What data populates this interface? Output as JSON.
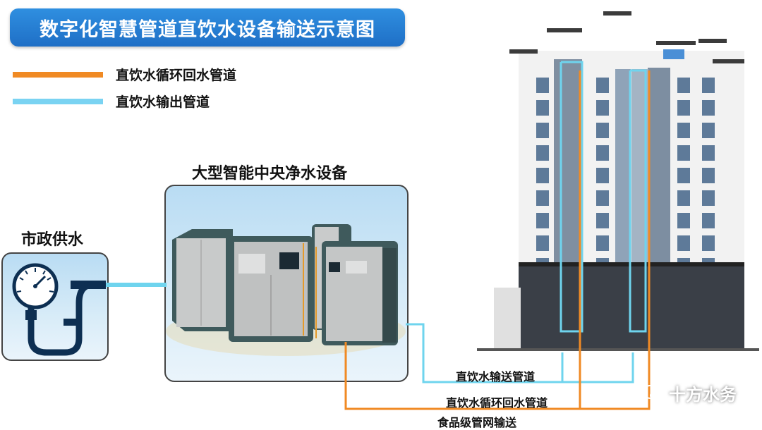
{
  "title": "数字化智慧管道直饮水设备输送示意图",
  "legend": [
    {
      "label": "直饮水循环回水管道",
      "color": "#f08a24"
    },
    {
      "label": "直饮水输出管道",
      "color": "#7ad3f2"
    }
  ],
  "labels": {
    "municipal": "市政供水",
    "equipment": "大型智能中央净水设备",
    "pipe_supply": "直饮水输送管道",
    "pipe_return": "直饮水循环回水管道",
    "pipe_network": "食品级管网输送"
  },
  "watermark": "十方水务",
  "colors": {
    "supply": "#6fd4ee",
    "return": "#f08a24",
    "banner": "#1f6fc6"
  },
  "icons": {
    "gauge": "pressure-gauge-icon",
    "wechat": "wechat-icon"
  }
}
